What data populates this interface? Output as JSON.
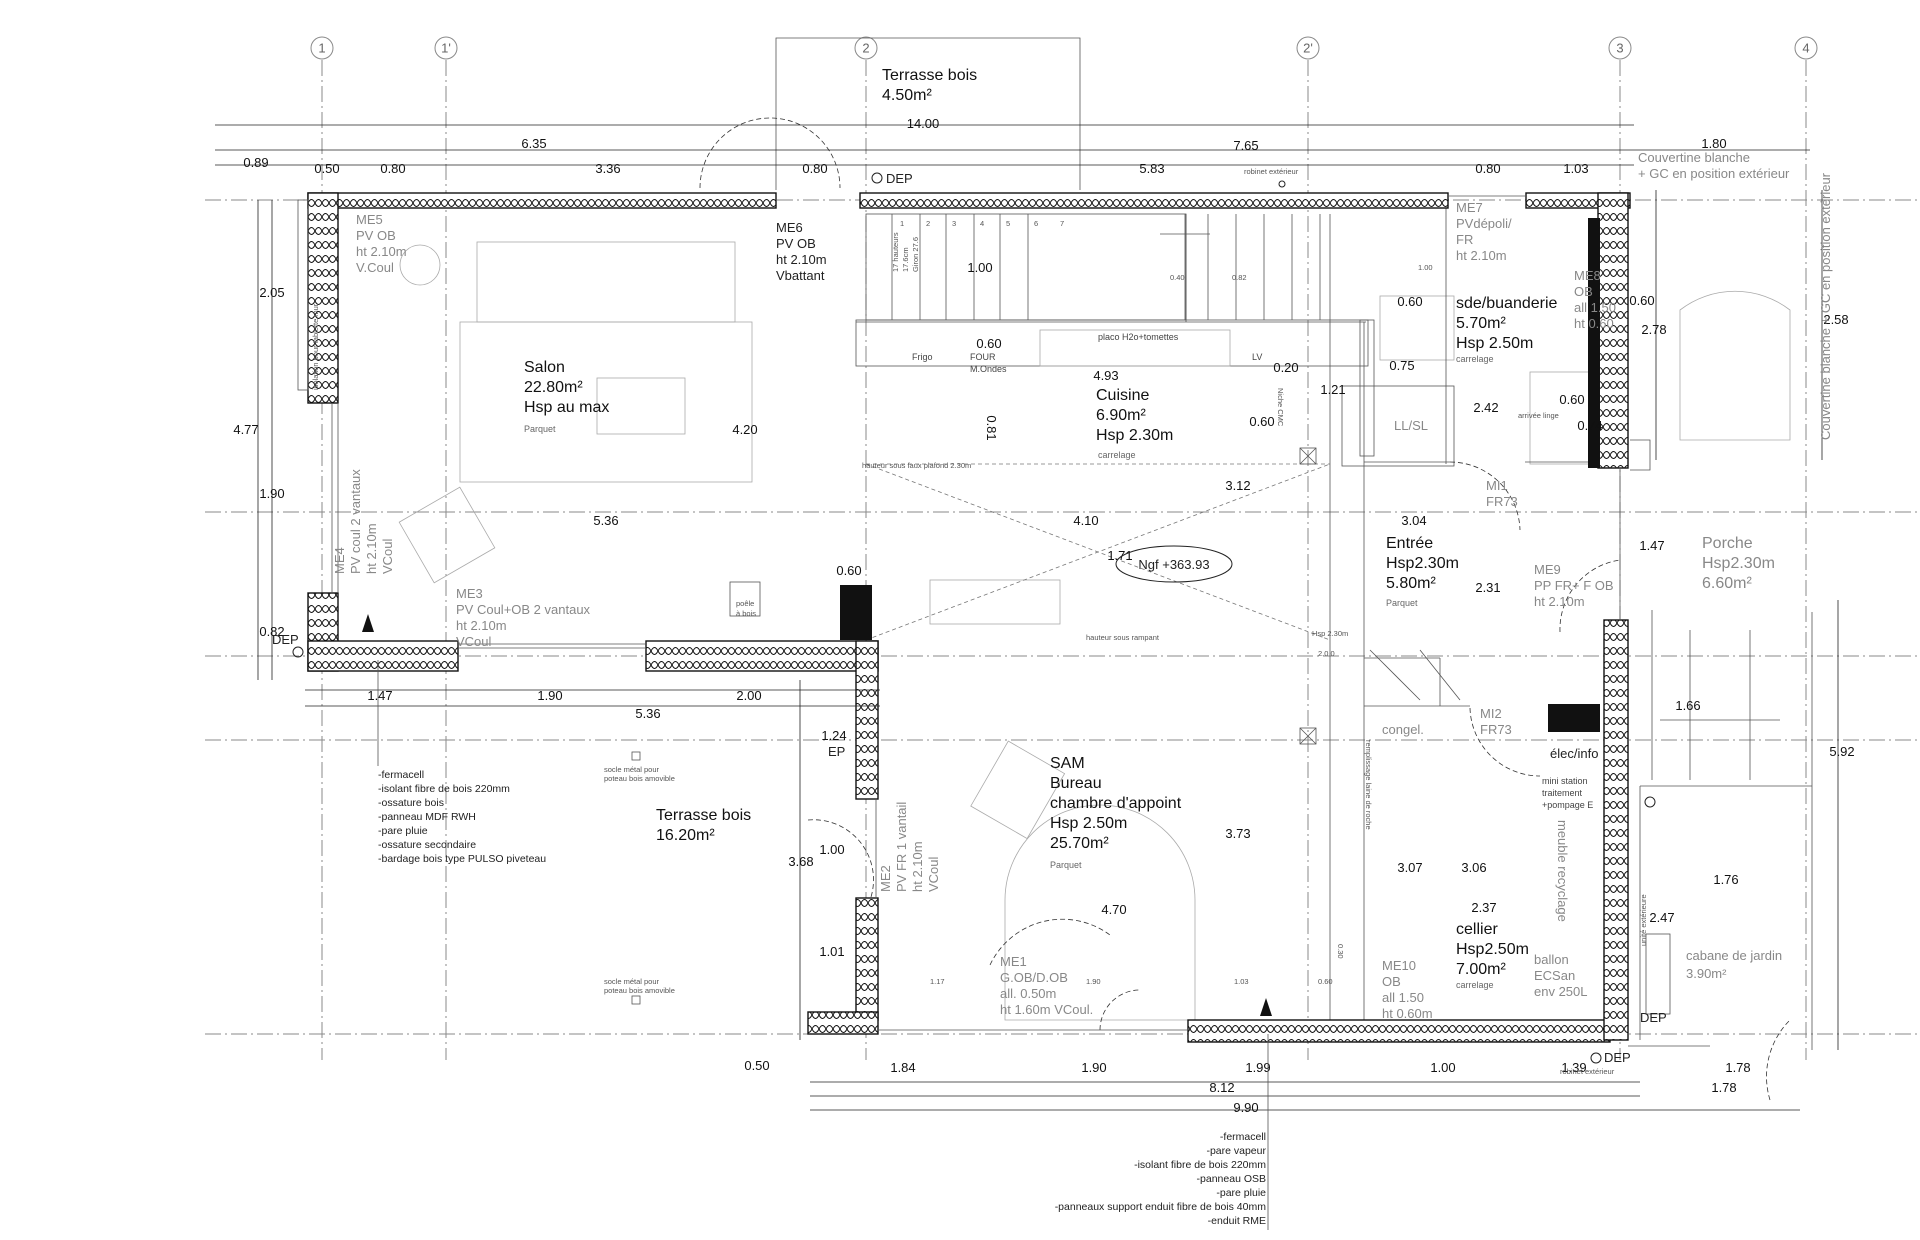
{
  "axes": {
    "vertical": [
      {
        "label": "1"
      },
      {
        "label": "1'"
      },
      {
        "label": "2"
      },
      {
        "label": "2'"
      },
      {
        "label": "3"
      },
      {
        "label": "4"
      }
    ]
  },
  "rooms": {
    "terrasse_top": {
      "name": "Terrasse bois",
      "area": "4.50m²"
    },
    "salon": {
      "name": "Salon",
      "area": "22.80m²",
      "height": "Hsp au max",
      "floor": "Parquet"
    },
    "cuisine": {
      "name": "Cuisine",
      "area": "6.90m²",
      "height": "Hsp 2.30m",
      "floor": "carrelage"
    },
    "sde": {
      "name": "sde/buanderie",
      "area": "5.70m²",
      "height": "Hsp 2.50m",
      "floor": "carrelage"
    },
    "entree": {
      "name": "Entrée",
      "height": "Hsp2.30m",
      "area": "5.80m²",
      "floor": "Parquet"
    },
    "porche": {
      "name": "Porche",
      "height": "Hsp2.30m",
      "area": "6.60m²"
    },
    "sam": {
      "line1": "SAM",
      "line2": "Bureau",
      "line3": "chambre d'appoint",
      "height": "Hsp 2.50m",
      "area": "25.70m²",
      "floor": "Parquet"
    },
    "cellier": {
      "name": "cellier",
      "height": "Hsp2.50m",
      "area": "7.00m²",
      "floor": "carrelage"
    },
    "terrasse_left": {
      "name": "Terrasse bois",
      "area": "16.20m²"
    },
    "cabane": {
      "name": "cabane de jardin",
      "area": "3.90m²"
    }
  },
  "openings": {
    "me5": [
      "ME5",
      "PV OB",
      "ht 2.10m",
      "V.Coul"
    ],
    "me6": [
      "ME6",
      "PV OB",
      "ht 2.10m",
      "Vbattant"
    ],
    "me7": [
      "ME7",
      "PVdépoli/",
      "FR",
      "ht 2.10m"
    ],
    "me8": [
      "ME8",
      "OB",
      "all 1.50",
      "ht 0.60"
    ],
    "me4": [
      "ME4",
      "PV coul 2 vantaux",
      "ht 2.10m",
      "VCoul"
    ],
    "me3": [
      "ME3",
      "PV Coul+OB 2 vantaux",
      "ht 2.10m",
      "VCoul"
    ],
    "me9": [
      "ME9",
      "PP FR+ F OB",
      "ht 2.10m"
    ],
    "mi1": [
      "MI1",
      "FR73"
    ],
    "mi2": [
      "MI2",
      "FR73"
    ],
    "me2": [
      "ME2",
      "PV FR 1 vantail",
      "ht 2.10m",
      "VCoul"
    ],
    "me1": [
      "ME1",
      "G.OB/D.OB",
      "all. 0.50m",
      "ht 1.60m VCoul."
    ],
    "me10": [
      "ME10",
      "OB",
      "all 1.50",
      "ht 0.60m"
    ]
  },
  "dims": {
    "top_total": "14.00",
    "top_a": "0.89",
    "top_b": "0.50",
    "top_c": "0.80",
    "top_d": "3.36",
    "top_e": "0.80",
    "top_f": "5.83",
    "top_g": "0.80",
    "top_h": "1.03",
    "top_635": "6.35",
    "top_765": "7.65",
    "top_180": "1.80",
    "left_205": "2.05",
    "left_477": "4.77",
    "left_190": "1.90",
    "left_082": "0.82",
    "salon_420": "4.20",
    "salon_536": "5.36",
    "mid_410": "4.10",
    "mid_312": "3.12",
    "mid_304": "3.04",
    "mid_171": "1.71",
    "bottom_147": "1.47",
    "bottom_190": "1.90",
    "bottom_536": "5.36",
    "bottom_200": "2.00",
    "k_060": "0.60",
    "k_493": "4.93",
    "k_081": "0.81",
    "k_020": "0.20",
    "k_121": "1.21",
    "k_060b": "0.60",
    "k_075": "0.75",
    "k_060c": "0.60",
    "sde_242": "2.42",
    "sde_060": "0.60",
    "sde_074": "0.74",
    "sde_060b": "0.60",
    "sde_278": "2.78",
    "right_258": "2.58",
    "entree_231": "2.31",
    "porche_147": "1.47",
    "right_166": "1.66",
    "right_592": "5.92",
    "sam_124": "1.24",
    "sam_100": "1.00",
    "sam_368": "3.68",
    "sam_101": "1.01",
    "sam_470": "4.70",
    "sam_373": "3.73",
    "sam_060": "0.60",
    "cellier_307": "3.07",
    "cellier_306": "3.06",
    "cellier_237": "2.37",
    "cab_176": "1.76",
    "cab_247": "2.47",
    "bot_050": "0.50",
    "bot_184": "1.84",
    "bot_190": "1.90",
    "bot_199": "1.99",
    "bot_100": "1.00",
    "bot_139": "1.39",
    "bot_178": "1.78",
    "bot_812": "8.12",
    "bot_178b": "1.78",
    "bot_990": "9.90",
    "stair_100": "1.00",
    "small_040": "0.40",
    "small_082": "0.82",
    "small_100": "1.00",
    "small_117": "1.17",
    "small_190": "1.90",
    "small_103": "1.03",
    "small_060": "0.60",
    "small_030": "0.30"
  },
  "labels": {
    "dep_top": "DEP",
    "dep_left": "DEP",
    "dep_right": "DEP",
    "dep_bottom": "DEP",
    "robinet_top": "robinet extérieur",
    "robinet_bottom": "robinet extérieur",
    "couvertine_top": [
      "Couvertine blanche",
      "+ GC en position extérieur"
    ],
    "couvertine_right": "Couvertine blanche + GC en position extérieur",
    "ngf": "Ngf +363.93",
    "frigo": "Frigo",
    "four": "FOUR",
    "mondes": "M.Ondes",
    "placo": "placo H2o+tomettes",
    "lv": "LV",
    "llsl": "LL/SL",
    "niche": "Niche CMC",
    "arrivee": "arrivée linge",
    "congel": "congel.",
    "elec": "élec/info",
    "mini_station": [
      "mini station",
      "traitement",
      "+pompage E"
    ],
    "meuble": "meuble recyclage",
    "ballon": [
      "ballon",
      "ECSan",
      "env 250L"
    ],
    "poele": [
      "poêle",
      "à bois"
    ],
    "ep": "EP",
    "socle1": [
      "socle métal pour",
      "poteau bois amovible"
    ],
    "socle2": [
      "socle métal pour",
      "poteau bois amovible"
    ],
    "hauteurs": [
      "17 hauteurs",
      "17.6cm",
      "Giron 27.6"
    ],
    "faux_plafond": "hauteur sous faux plafond 2.30m",
    "rampant": "hauteur sous rampant",
    "hsp230": "Hsp 2.30m",
    "n200": "2.0 0",
    "unite_ext": "unité extérieure",
    "remplissage": "remplissage laine de roche",
    "pare_pluie_salon": "isolation pour tablette mur",
    "stair_nums": [
      "1",
      "2",
      "3",
      "4",
      "5",
      "6",
      "7"
    ]
  },
  "notes": {
    "wall_wood": [
      "-fermacell",
      "-isolant fibre de bois 220mm",
      "-ossature bois",
      "-panneau MDF RWH",
      "-pare pluie",
      "-ossature secondaire",
      "-bardage bois type PULSO piveteau"
    ],
    "wall_render": [
      "-fermacell",
      "-pare vapeur",
      "-isolant fibre de bois 220mm",
      "-panneau OSB",
      "-pare pluie",
      "-panneaux support enduit fibre de bois 40mm",
      "-enduit RME"
    ]
  }
}
